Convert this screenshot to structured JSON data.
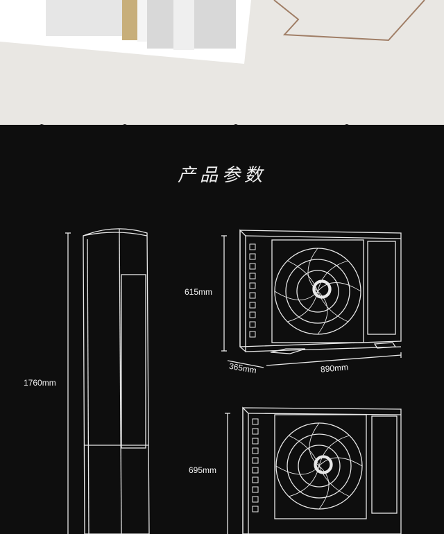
{
  "section_title": "产品参数",
  "dimensions": {
    "indoor_height": "1760mm",
    "outdoor1_height": "615mm",
    "outdoor1_depth": "365mm",
    "outdoor1_width": "890mm",
    "outdoor2_height": "695mm"
  },
  "colors": {
    "paper": "#e9e7e3",
    "board": "#0e0e0e",
    "line": "#e8e8e8"
  }
}
